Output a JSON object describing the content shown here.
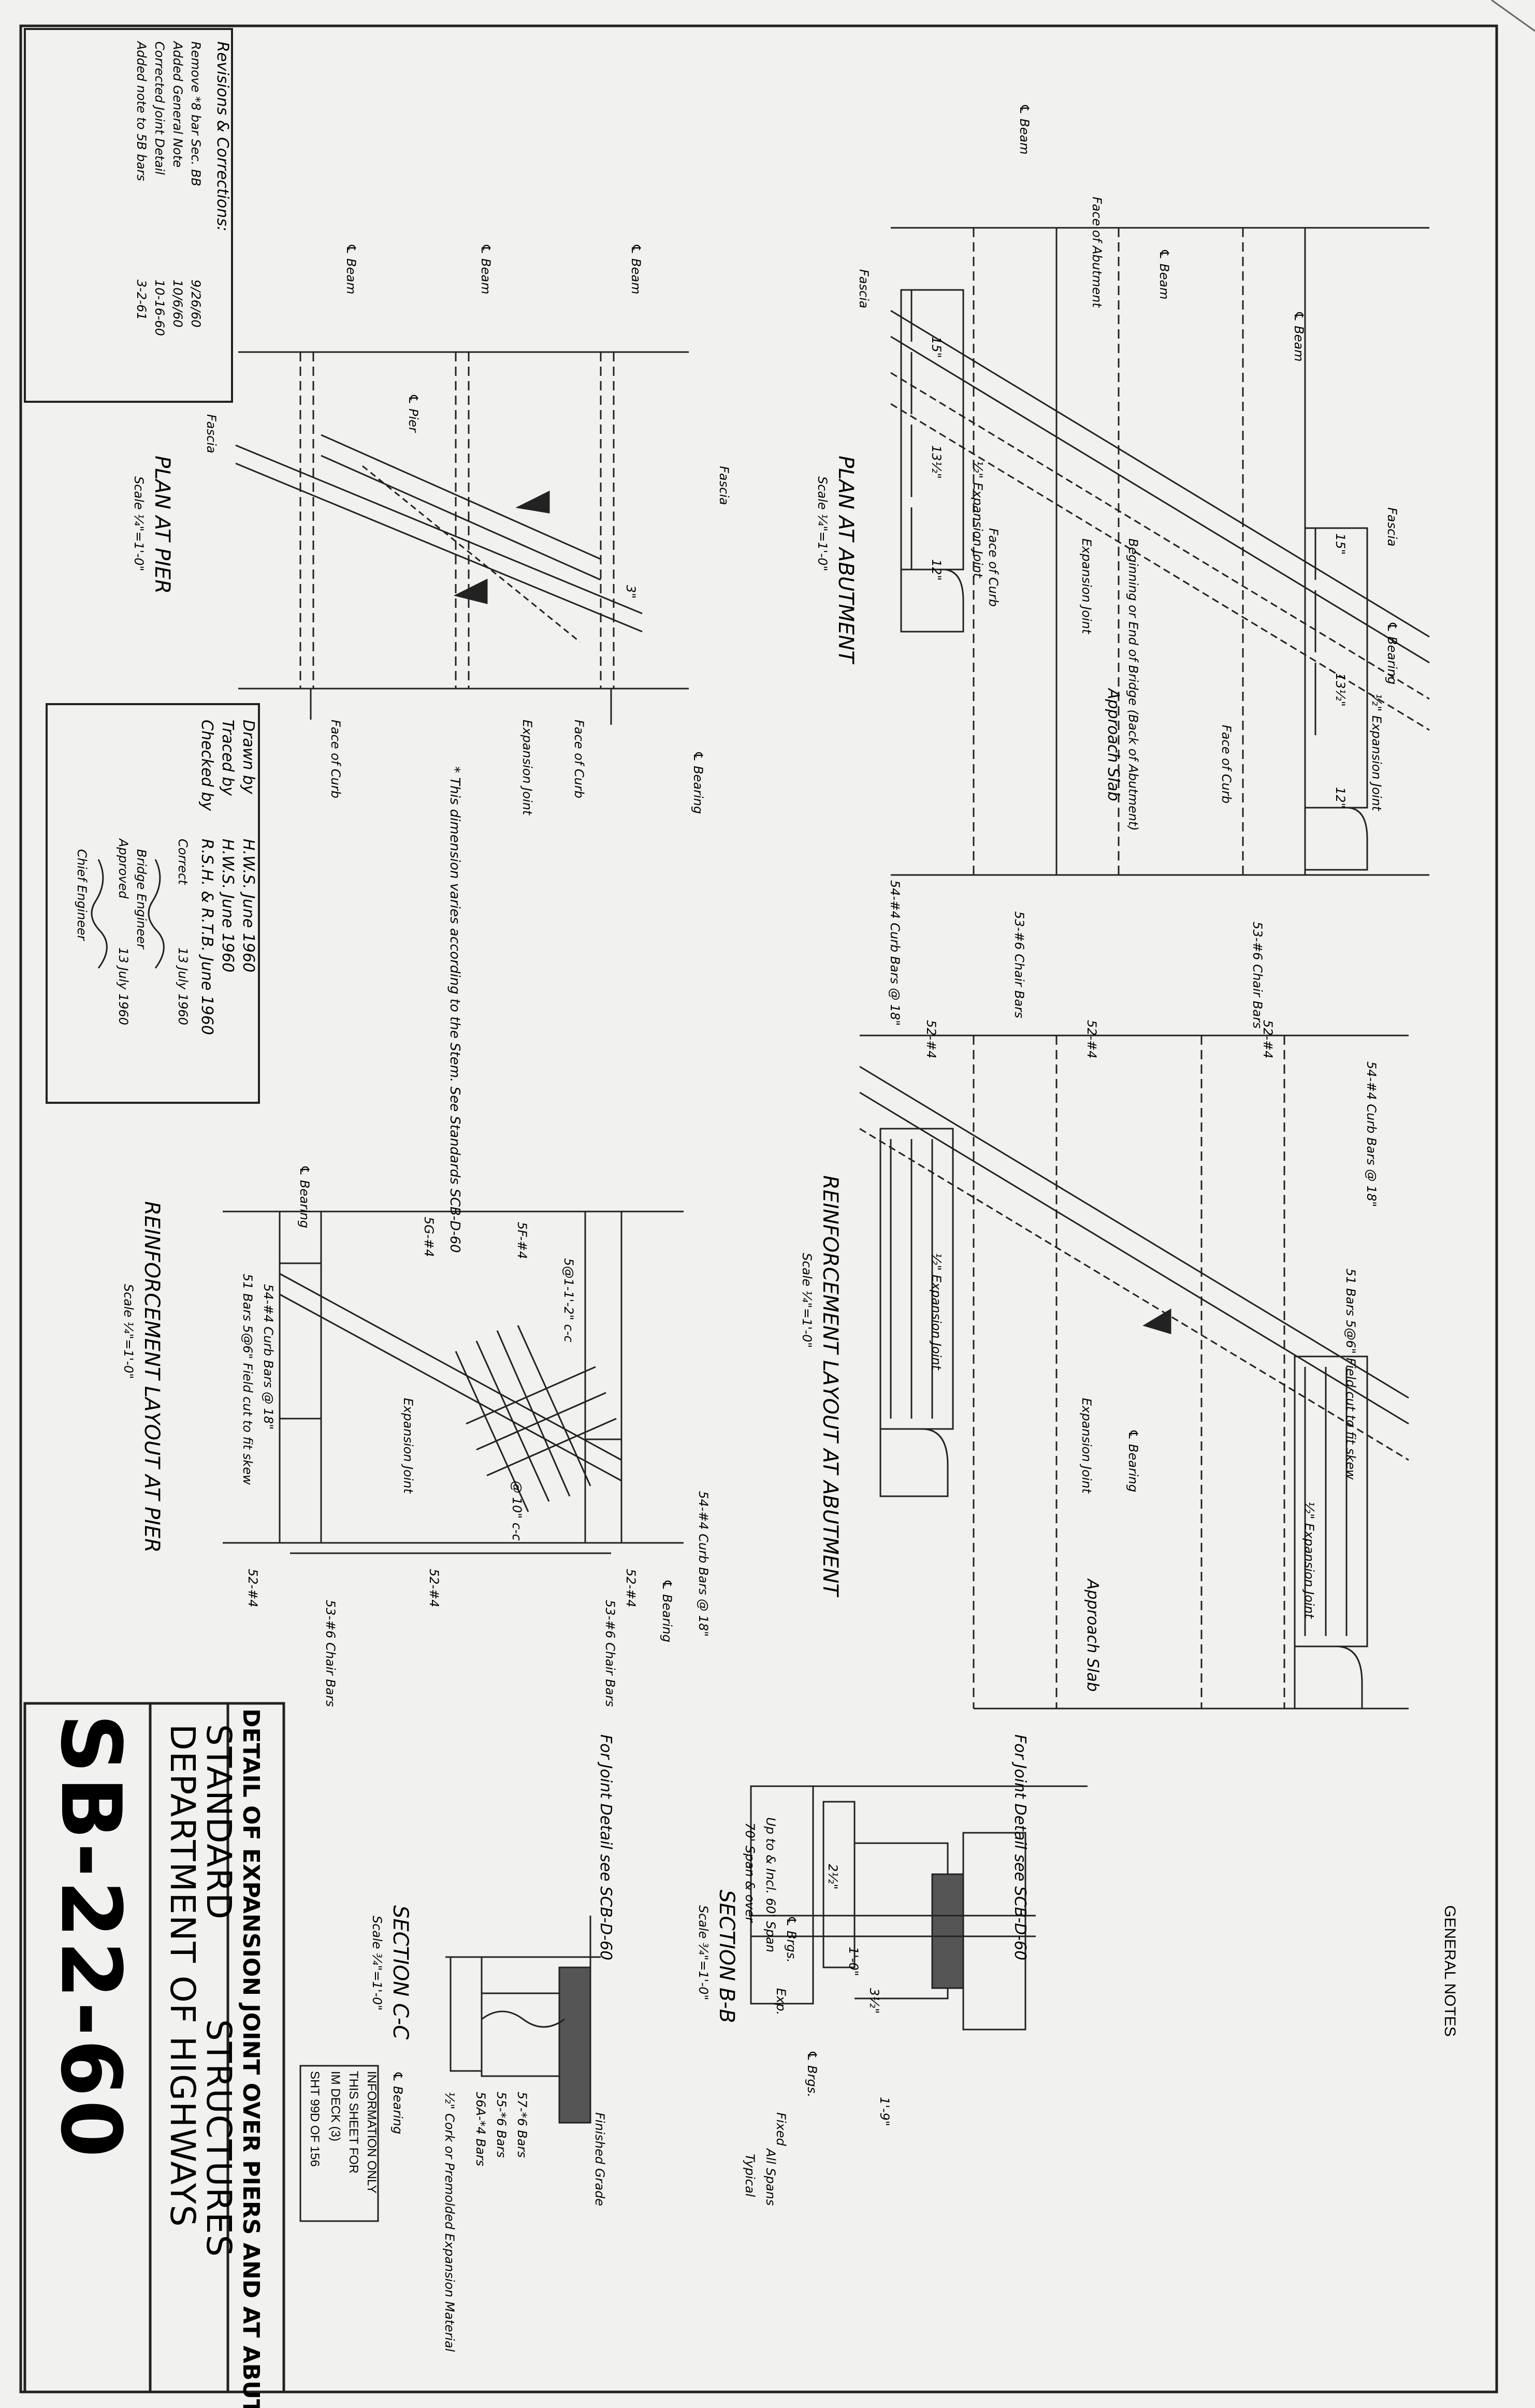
{
  "sheet": {
    "number": "SB-22-60",
    "department_line1": "DEPARTMENT OF HIGHWAYS",
    "department_line2": "STANDARD",
    "department_line3": "STRUCTURES",
    "title": "DETAIL OF EXPANSION JOINT OVER PIERS AND AT ABUTMENTS",
    "general_notes": "GENERAL NOTES",
    "info_box": [
      "SHT 99D OF 156",
      "IM DECK (3)",
      "THIS SHEET FOR",
      "INFORMATION ONLY"
    ]
  },
  "revisions": {
    "heading": "Revisions & Corrections:",
    "items": [
      {
        "text": "Remove *8 bar Sec. BB",
        "date": "9/26/60"
      },
      {
        "text": "Added General Note",
        "date": "10/6/60"
      },
      {
        "text": "Corrected Joint Detail",
        "date": "10-16-60"
      },
      {
        "text": "Added note to 5B bars",
        "date": "3-2-61"
      }
    ]
  },
  "approvals": {
    "drawn_by_label": "Drawn by",
    "drawn_by": "H.W.S. June 1960",
    "traced_by_label": "Traced by",
    "traced_by": "H.W.S. June 1960",
    "checked_by_label": "Checked by",
    "checked_by": "R.S.H. & R.T.B. June 1960",
    "correct_label": "Correct",
    "correct_date": "13 July 1960",
    "bridge_engineer": "Bridge Engineer",
    "approved_label": "Approved",
    "approved_date": "13 July 1960",
    "chief_engineer": "Chief Engineer"
  },
  "views": {
    "plan_at_abutment": {
      "title": "PLAN AT ABUTMENT",
      "scale": "Scale ¼\"=1'-0\""
    },
    "plan_at_pier": {
      "title": "PLAN AT PIER",
      "scale": "Scale ¼\"=1'-0\""
    },
    "reinf_abutment": {
      "title": "REINFORCEMENT LAYOUT AT ABUTMENT",
      "scale": "Scale ¼\"=1'-0\""
    },
    "reinf_pier": {
      "title": "REINFORCEMENT LAYOUT AT PIER",
      "scale": "Scale ¼\"=1'-0\""
    },
    "section_bb": {
      "title": "SECTION B-B",
      "scale": "Scale ¾\"=1'-0\""
    },
    "section_cc": {
      "title": "SECTION C-C",
      "scale": "Scale ¾\"=1'-0\""
    }
  },
  "labels": {
    "cl_beam": "℄ Beam",
    "cl_bearing": "℄ Bearing",
    "cl_pier": "℄ Pier",
    "fascia": "Fascia",
    "face_of_curb": "Face of Curb",
    "face_of_abutment": "Face of Abutment",
    "expansion_joint": "Expansion Joint",
    "half_expansion_joint": "½\" Expansion Joint",
    "approach_slab": "Approach Slab",
    "beginning": "Beginning or End of Bridge (Back of Abutment)",
    "dim_15": "15\"",
    "dim_13_5": "13½\"",
    "dim_12": "12\"",
    "dim_3": "3\"",
    "bar_52_4": "52-#4",
    "bar_54_4_curb": "54-#4 Curb Bars @ 18\"",
    "bar_53_6_chair": "53-#6 Chair Bars",
    "bar_51_5_6": "51 Bars 5@6\" Field cut to fit skew",
    "bar_5g_4": "5G-#4",
    "bar_5f_4": "5F-#4",
    "bar_51_5": "5@1-1'-2\" c-c",
    "at_10_cc": "@ 10\" c-c",
    "footnote": "* This dimension varies according to the Stem. See Standards SCB-D-60",
    "joint_detail_bb": "For Joint Detail see SCB-D-60",
    "joint_detail_cc": "For Joint Detail see SCB-D-60",
    "finished_grade": "Finished Grade",
    "bars_57_6": "57-*6 Bars",
    "bars_55_6": "55-*6 Bars",
    "bars_56a_4": "56A-*4 Bars",
    "premolded": "½\" Cork or Premolded Expansion Material",
    "brgs": "℄ Brgs.",
    "exp": "Exp.",
    "fixed": "Fixed",
    "all_spans": "All Spans",
    "typical": "Typical",
    "up_to_60": "Up to & Incl. 60' Span",
    "over_70": "70' Span & over",
    "dim_2_5": "2½\"",
    "dim_1_0": "1'-0\"",
    "dim_1_9": "1'-9\"",
    "dim_3_5": "3½\""
  }
}
